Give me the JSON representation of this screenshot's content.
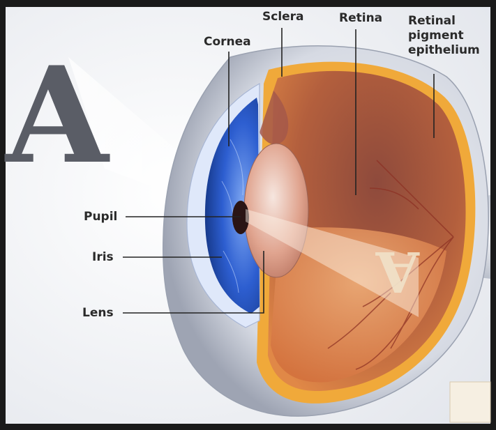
{
  "labels": {
    "sclera": "Sclera",
    "retina": "Retina",
    "cornea": "Cornea",
    "rpe_line1": "Retinal",
    "rpe_line2": "pigment",
    "rpe_line3": "epithelium",
    "pupil": "Pupil",
    "iris": "Iris",
    "lens": "Lens"
  },
  "object_letter": "A",
  "image_letter": "A",
  "colors": {
    "border": "#1a1a1a",
    "background": "#f2f3f5",
    "sclera": "#d9dde6",
    "iris_blue": "#2d5ed0",
    "retina_orange": "#d2763e",
    "retina_inner": "#a8553d",
    "pigment_yellow": "#f0a93a",
    "label_text": "#2a2a2a",
    "leader_line": "#222222"
  }
}
